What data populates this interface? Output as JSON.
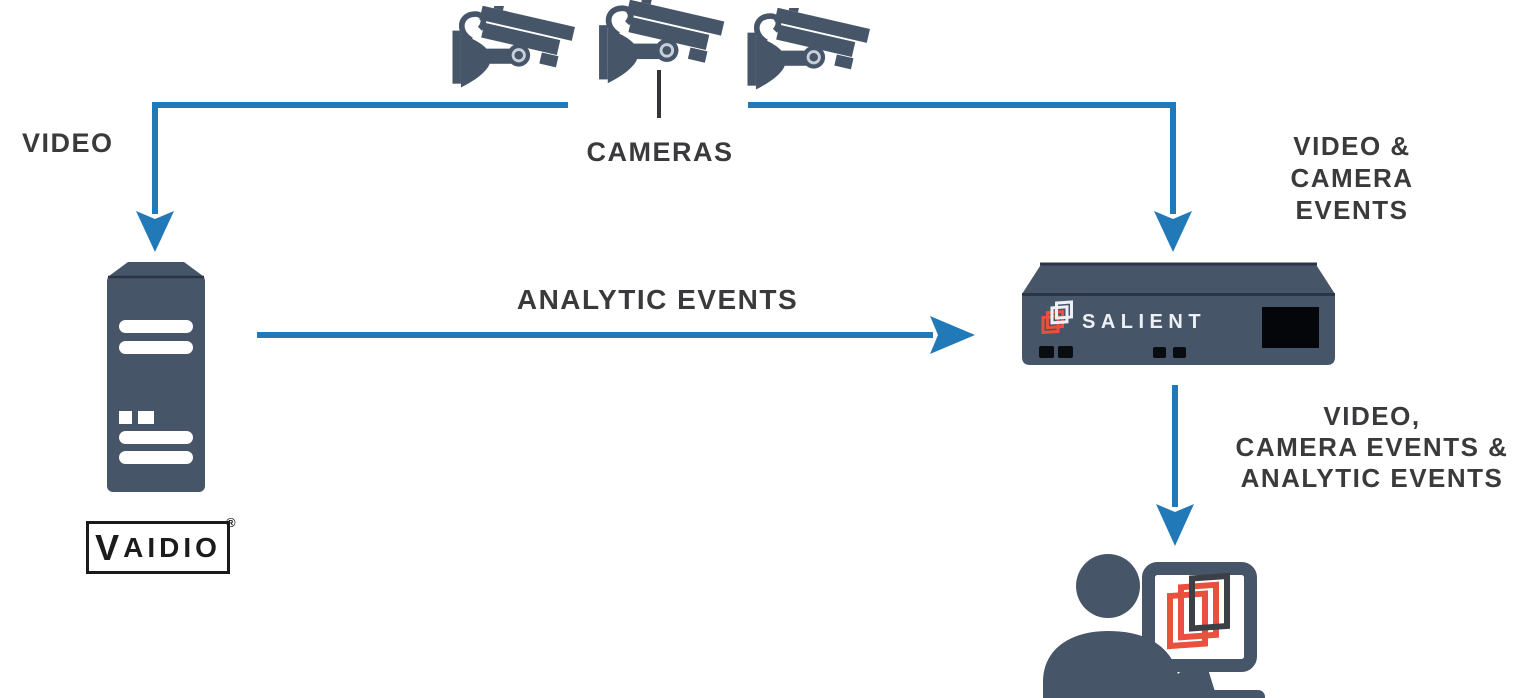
{
  "page": {
    "background": "#ffffff"
  },
  "palette": {
    "arrow_blue": "#2279b8",
    "device_slate": "#475569",
    "label_dark": "#3a3a3c",
    "brand_red": "#e8513e",
    "logo_black": "#1b1b1b"
  },
  "labels": {
    "video": "VIDEO",
    "cameras": "CAMERAS",
    "analytic_events": "ANALYTIC EVENTS",
    "video_camera_events": {
      "line1": "VIDEO &",
      "line2": "CAMERA EVENTS"
    },
    "video_camera_analytic": {
      "line1": "VIDEO,",
      "line2": "CAMERA EVENTS &",
      "line3": "ANALYTIC EVENTS"
    }
  },
  "vaidio": {
    "name": "VAIDIO",
    "registered_mark": "®"
  },
  "salient": {
    "name": "SALIENT"
  },
  "icons": {
    "camera": "cctv-camera-icon",
    "vaidio_server": "tower-server-icon",
    "salient_device": "nvr-appliance-icon",
    "viewer": "operator-at-monitor-icon",
    "salient_logo": "salient-layered-cube-icon"
  }
}
